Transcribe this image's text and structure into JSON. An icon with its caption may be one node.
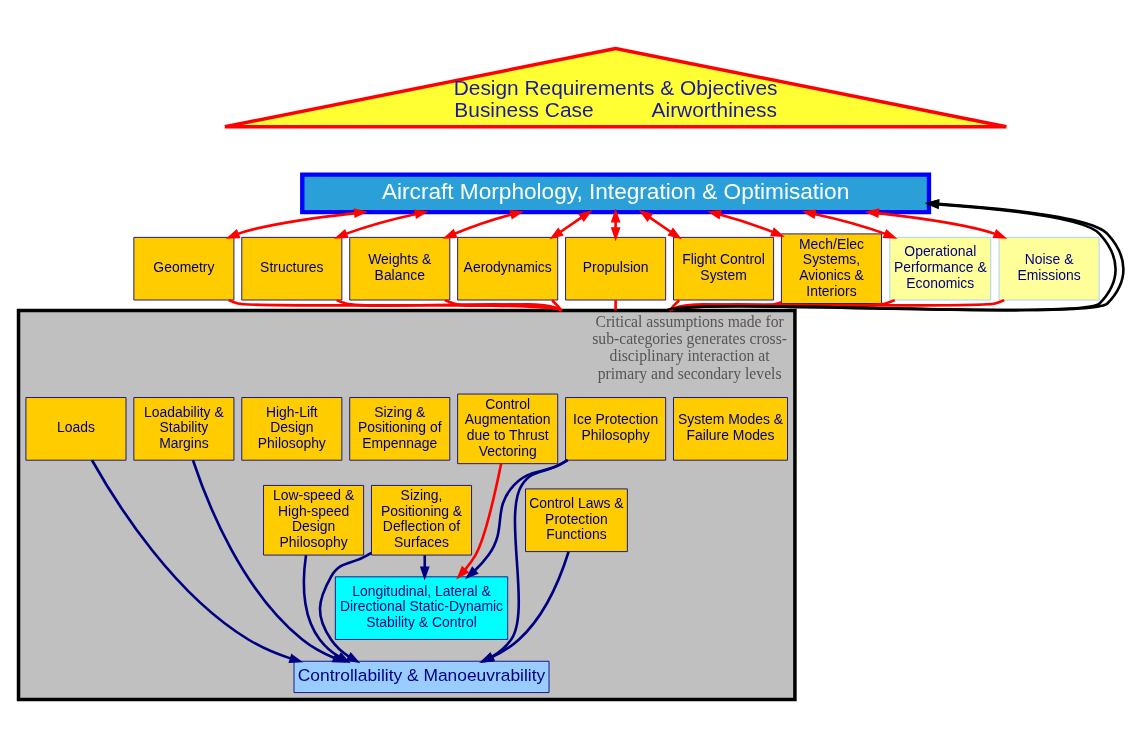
{
  "diagram": {
    "nodes": [
      {
        "text": [
          "Design Requirements & Objectives",
          "Business Case",
          "Airworthiness"
        ]
      },
      {
        "text": [
          "Aircraft Morphology, Integration & Optimisation"
        ]
      },
      {
        "text": [
          "Geometry"
        ]
      },
      {
        "text": [
          "Structures"
        ]
      },
      {
        "text": [
          "Weights & Balance"
        ]
      },
      {
        "text": [
          "Aerodynamics"
        ]
      },
      {
        "text": [
          "Propulsion"
        ]
      },
      {
        "text": [
          "Flight Control System"
        ]
      },
      {
        "text": [
          "Mech/Elec Systems, Avionics & Interiors"
        ]
      },
      {
        "text": [
          "Operational Performance & Economics"
        ]
      },
      {
        "text": [
          "Noise & Emissions"
        ]
      },
      {
        "text": [
          "Critical assumptions made for sub-categories generates cross-disciplinary interaction at primary and secondary levels"
        ]
      },
      {
        "text": [
          "Sizing & Positioning of Empennage"
        ],
        "in": 11
      },
      {
        "text": [
          "Loads"
        ],
        "in": 11
      },
      {
        "text": [
          "Loadability & Stability Margins"
        ],
        "in": 11
      },
      {
        "text": [
          "High-Lift Design Philosophy"
        ],
        "in": 11
      },
      {
        "text": [
          "Control Augmentation due to Thrust Vectoring"
        ],
        "in": 11
      },
      {
        "text": [
          "System Modes & Failure Modes"
        ],
        "in": 11
      },
      {
        "text": [
          "Ice Protection Philosophy"
        ],
        "in": 11
      },
      {
        "text": [
          "Sizing, Positioning & Deflection of Surfaces"
        ],
        "in": 11
      },
      {
        "text": [
          "Low-speed & High-speed Design Philosophy"
        ],
        "in": 11
      },
      {
        "text": [
          "Control Laws & Protection Functions"
        ],
        "in": 11
      },
      {
        "text": [
          "Longitudinal, Lateral & Directional Static-Dynamic Stability & Control"
        ],
        "in": 11
      },
      {
        "text": [
          "Controllability & Manoeuvrability"
        ],
        "in": 11
      }
    ],
    "edges": [
      {
        "from": 1,
        "to": 2,
        "arrow": "both"
      },
      {
        "from": 1,
        "to": 3,
        "arrow": "both"
      },
      {
        "from": 1,
        "to": 4,
        "arrow": "both"
      },
      {
        "from": 1,
        "to": 5,
        "arrow": "both"
      },
      {
        "from": 1,
        "to": 6,
        "arrow": "both"
      },
      {
        "from": 1,
        "to": 7,
        "arrow": "both"
      },
      {
        "from": 1,
        "to": 8,
        "arrow": "both"
      },
      {
        "from": 1,
        "to": 9,
        "arrow": "both"
      },
      {
        "from": 1,
        "to": 10,
        "arrow": "both"
      },
      {
        "from": 2,
        "to": 11,
        "arrow": "none"
      },
      {
        "from": 3,
        "to": 11,
        "arrow": "none"
      },
      {
        "from": 4,
        "to": 11,
        "arrow": "none"
      },
      {
        "from": 5,
        "to": 11,
        "arrow": "none"
      },
      {
        "from": 6,
        "to": 11,
        "arrow": "none"
      },
      {
        "from": 7,
        "to": 11,
        "arrow": "none"
      },
      {
        "from": 8,
        "to": 11,
        "arrow": "none"
      },
      {
        "from": 9,
        "to": 11,
        "arrow": "none"
      },
      {
        "from": 10,
        "to": 11,
        "arrow": "none"
      },
      {
        "from": 16,
        "to": 22,
        "arrow": "to"
      },
      {
        "from": 11,
        "to": 1,
        "arrow": "to",
        "color": "#000000"
      },
      {
        "from": 11,
        "to": 1,
        "arrow": "to",
        "color": "#000000"
      },
      {
        "from": 19,
        "to": 22,
        "arrow": "to",
        "color": "#000080"
      },
      {
        "from": 19,
        "to": 23,
        "arrow": "to",
        "color": "#000080"
      },
      {
        "from": 13,
        "to": 23,
        "arrow": "to",
        "color": "#000080"
      },
      {
        "from": 14,
        "to": 23,
        "arrow": "to",
        "color": "#000080"
      },
      {
        "from": 20,
        "to": 23,
        "arrow": "to",
        "color": "#000080"
      },
      {
        "from": 18,
        "to": 22,
        "arrow": "to",
        "color": "#000080"
      },
      {
        "from": 18,
        "to": 23,
        "arrow": "to",
        "color": "#000080"
      },
      {
        "from": 21,
        "to": 23,
        "arrow": "to",
        "color": "#000080"
      }
    ]
  }
}
